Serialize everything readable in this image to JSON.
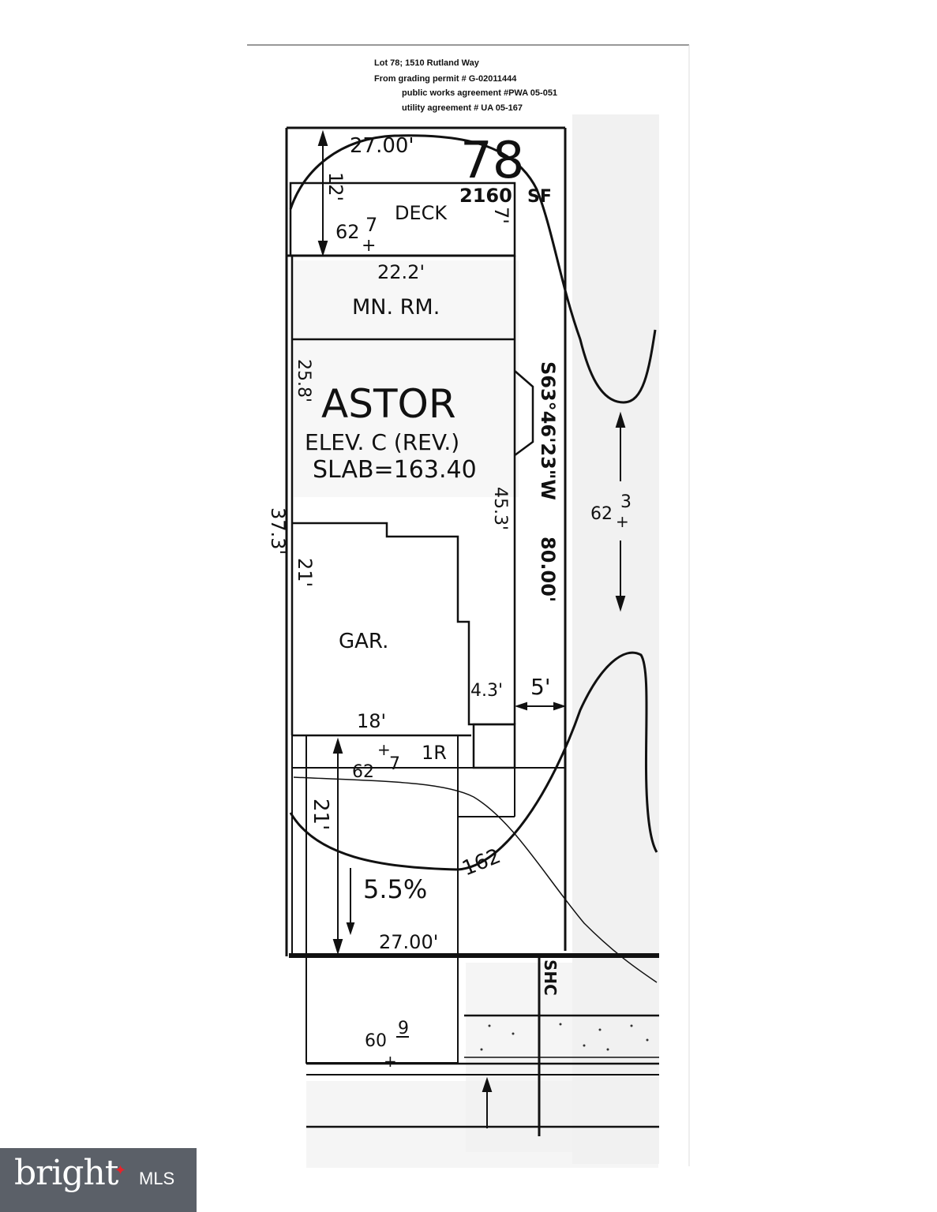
{
  "header": {
    "lot_line": "Lot 78; 1510 Rutland Way",
    "permit_line": "From grading permit # G-02011444",
    "pwa_line": "public works agreement #PWA 05-051",
    "utility_line": "utility agreement # UA 05-167"
  },
  "plan": {
    "lot_number": "78",
    "lot_area": "2160",
    "lot_area_unit": "SF",
    "top_width": "27.00'",
    "bottom_width": "27.00'",
    "deck_depth": "12'",
    "deck_label": "DECK",
    "deck_side": "7'",
    "elev_deck": "62",
    "elev_deck_frac": "7",
    "main_room_width": "22.2'",
    "main_room_label": "MN. RM.",
    "house_side": "25.8'",
    "model_name": "ASTOR",
    "elevation_label": "ELEV. C (REV.)",
    "slab_label": "SLAB=163.40",
    "house_depth": "45.3'",
    "left_setback": "37.3'",
    "garage_depth": "21'",
    "garage_label": "GAR.",
    "garage_width": "18'",
    "garage_offset": "4.3'",
    "side_setback": "5'",
    "bearing": "S63°46'23\"W",
    "lot_depth": "80.00'",
    "elev_right": "62",
    "elev_right_frac": "3",
    "elev_front": "62",
    "elev_front_frac": "7",
    "riser_label": "1R",
    "driveway_length": "21'",
    "driveway_slope": "5.5%",
    "contour_label": "162",
    "elev_street": "60",
    "elev_street_frac": "9",
    "service_label": "SHC"
  },
  "logo": {
    "brand": "bright",
    "suffix": "MLS",
    "accent_color": "#e8232a",
    "background_color": "#5b6068"
  }
}
